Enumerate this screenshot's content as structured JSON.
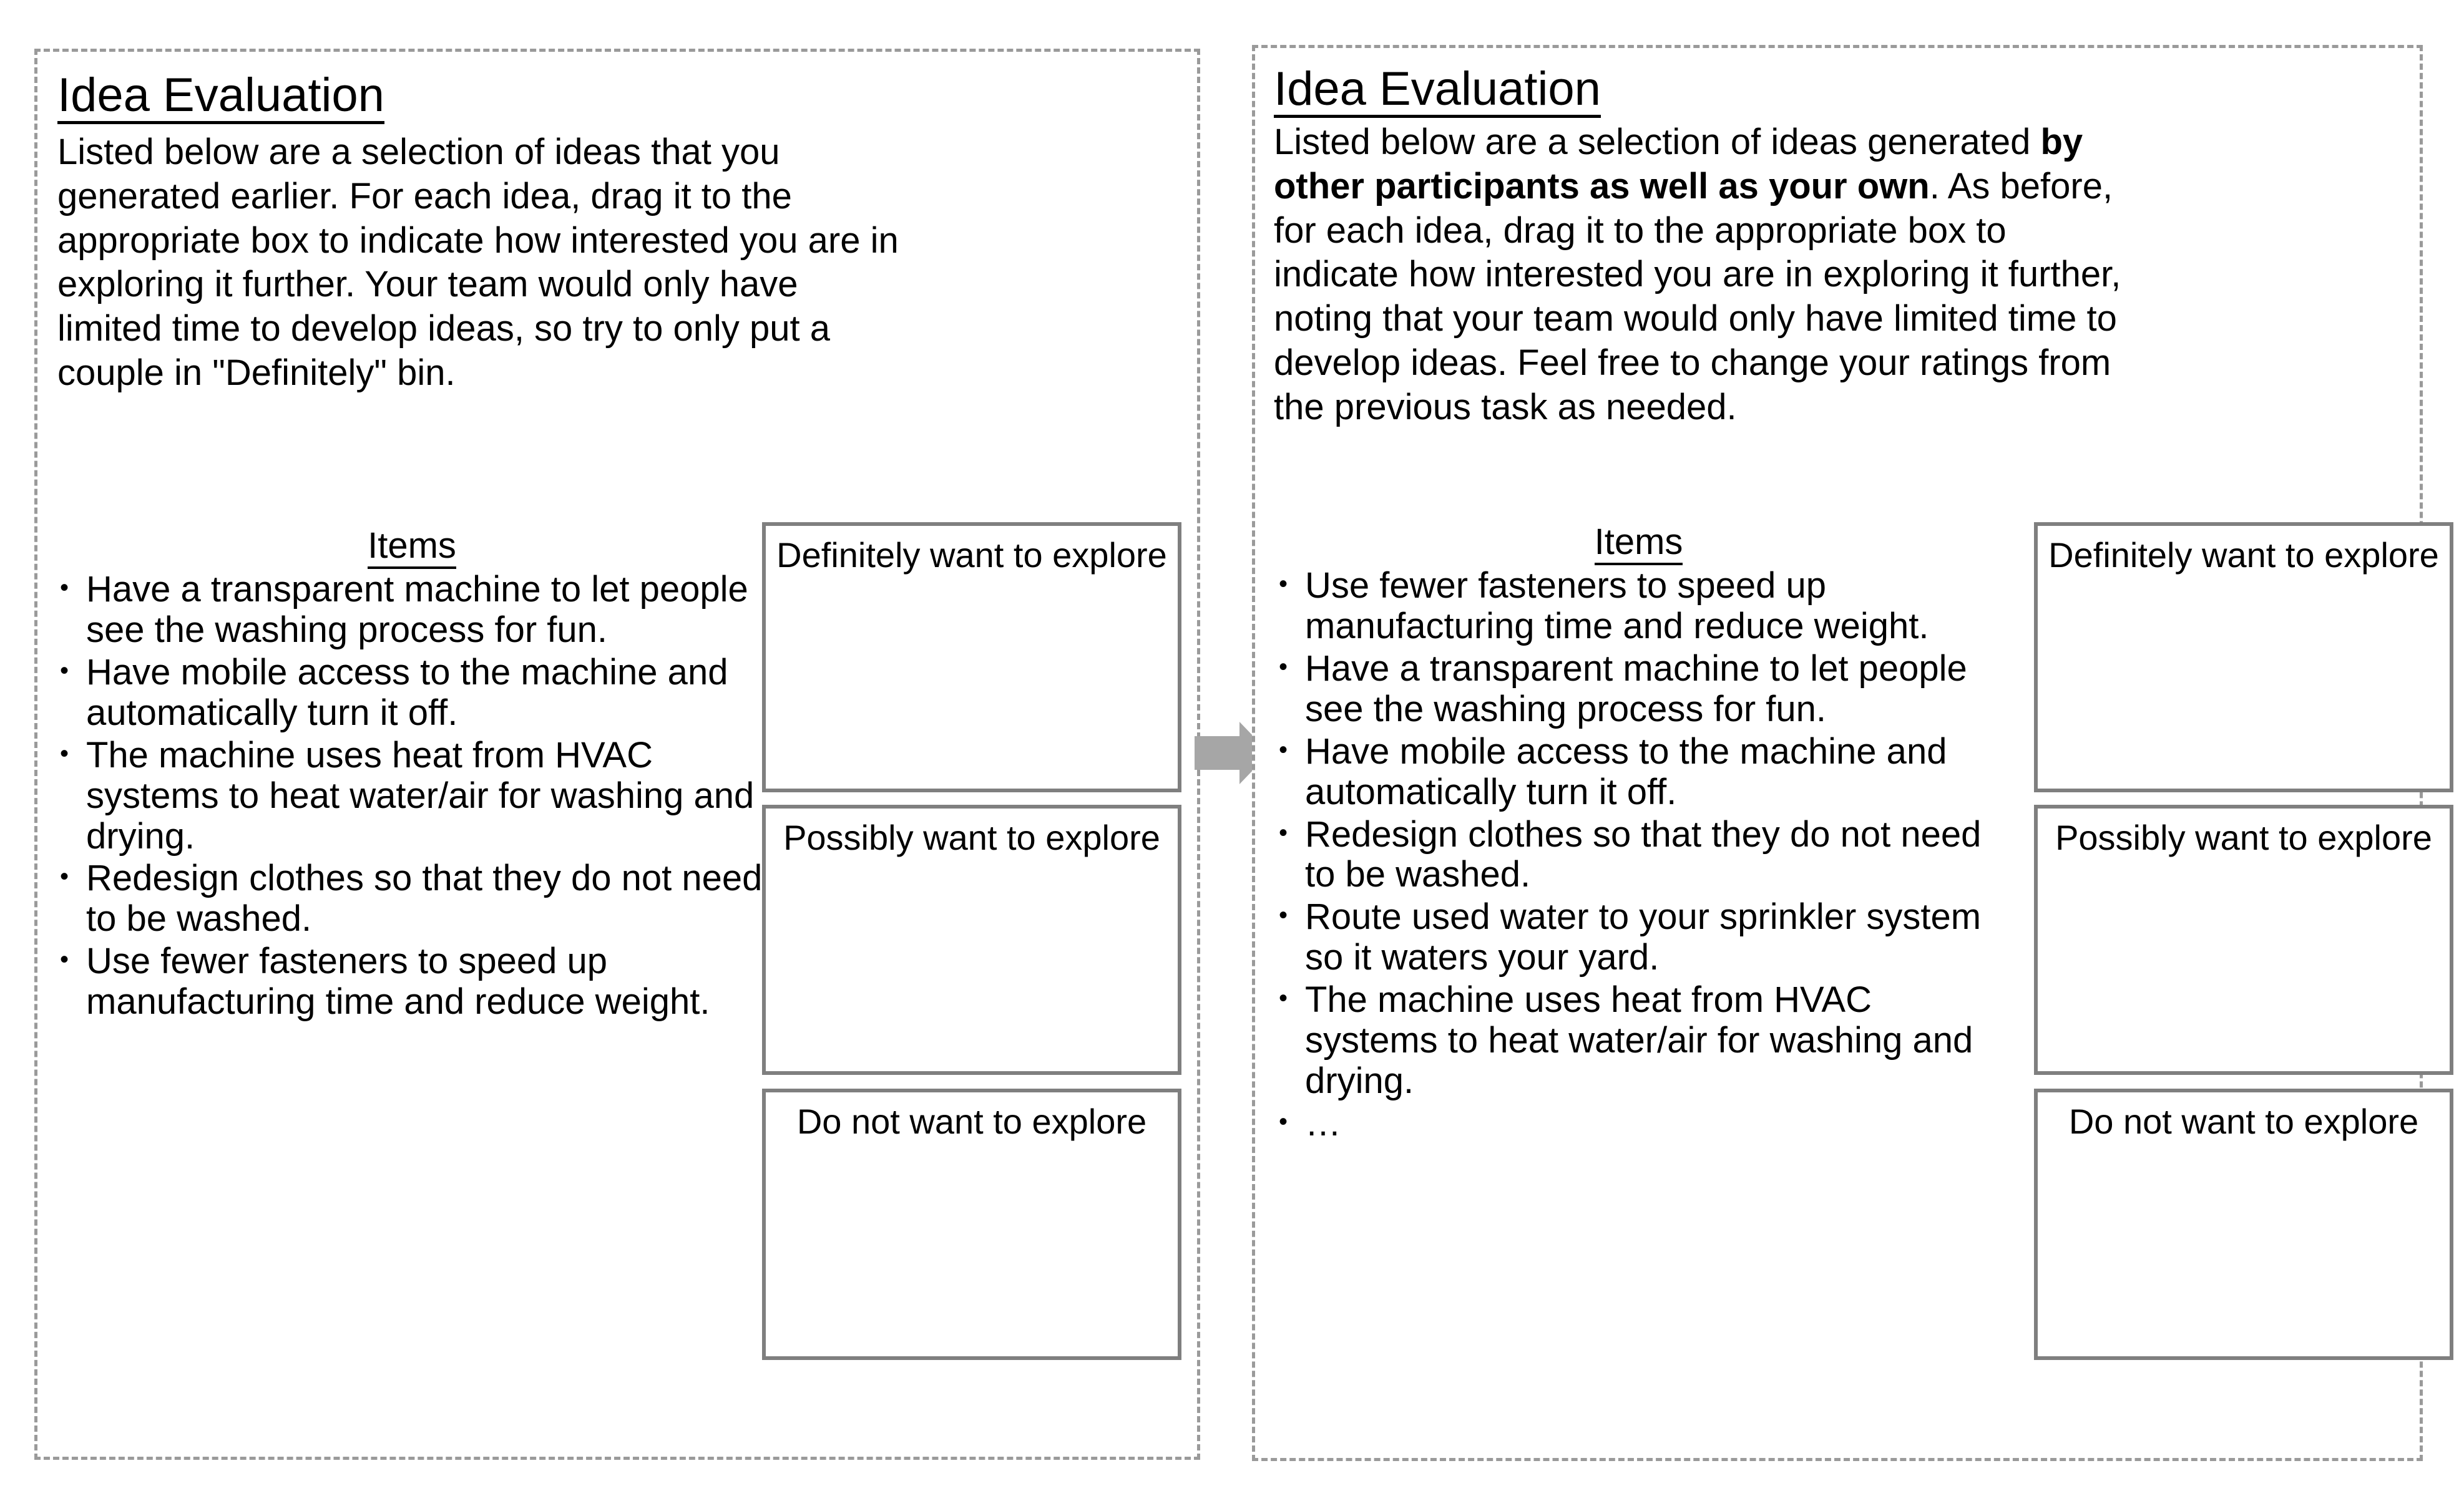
{
  "colors": {
    "panel_border": "#9a9a9a",
    "bin_border": "#7f7f7f",
    "arrow": "#a6a6a6",
    "text": "#000000",
    "background": "#ffffff"
  },
  "panels": [
    {
      "id": "before",
      "title": "Idea Evaluation",
      "intro_plain": "Listed below are a selection of ideas that you generated earlier. For each idea, drag it to the appropriate box to indicate how interested you are in exploring it further. Your team would only have limited time to develop ideas, so try to only put a couple in \"Definitely\" bin.",
      "intro_segments": [
        {
          "text": "Listed below are a selection of ideas that you generated earlier. For each idea, drag it to the appropriate box to indicate how interested you are in exploring it further. Your team would only have limited time to develop ideas, so try to only put a couple in \"Definitely\" bin.",
          "bold": false
        }
      ],
      "items_heading": "Items",
      "items": [
        "Have a transparent machine to let people see the washing process for fun.",
        "Have mobile access to the machine and automatically turn it off.",
        "The machine uses heat from HVAC systems to heat water/air for washing and drying.",
        "Redesign clothes so that they do not need to be washed.",
        "Use fewer fasteners to speed up manufacturing time and reduce weight."
      ],
      "bins": [
        "Definitely want to explore",
        "Possibly want to explore",
        "Do not want to explore"
      ]
    },
    {
      "id": "after",
      "title": "Idea Evaluation",
      "intro_plain": "Listed below are a selection of ideas generated by other participants as well as your own. As before, for each idea, drag it to the appropriate box to indicate how interested you are in exploring it further, noting that your team would only have limited time to develop ideas. Feel free to change your ratings from the previous task as needed.",
      "intro_segments": [
        {
          "text": "Listed below are a selection of ideas generated ",
          "bold": false
        },
        {
          "text": "by other participants as well as your own",
          "bold": true
        },
        {
          "text": ". As before, for each idea, drag it to the appropriate box to indicate how interested you are in exploring it further, noting that your team would only have limited time to develop ideas. Feel free to change your ratings from the previous task as needed.",
          "bold": false
        }
      ],
      "items_heading": "Items",
      "items": [
        "Use fewer fasteners to speed up manufacturing time and reduce weight.",
        "Have a transparent machine to let people see the washing process for fun.",
        "Have mobile access to the machine and automatically turn it off.",
        "Redesign clothes so that they do not need to be washed.",
        "Route used water to your sprinkler system so it waters your yard.",
        "The machine uses heat from HVAC systems to heat water/air for washing and drying.",
        "…"
      ],
      "bins": [
        "Definitely want to explore",
        "Possibly want to explore",
        "Do not want to explore"
      ]
    }
  ],
  "arrow": {
    "icon": "right-arrow-icon",
    "direction": "right"
  }
}
